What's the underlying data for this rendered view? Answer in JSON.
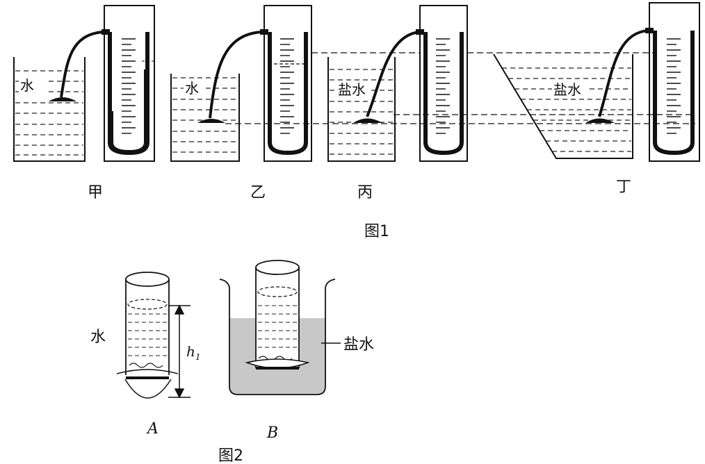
{
  "figure1": {
    "caption": "图1",
    "setups": [
      {
        "id": "jia",
        "label": "甲",
        "liquid": "水"
      },
      {
        "id": "yi",
        "label": "乙",
        "liquid": "水"
      },
      {
        "id": "bing",
        "label": "丙",
        "liquid": "盐水"
      },
      {
        "id": "ding",
        "label": "丁",
        "liquid": "盐水"
      }
    ]
  },
  "figure2": {
    "caption": "图2",
    "tube_a": {
      "label": "A",
      "liquid": "水",
      "height_symbol": "h",
      "height_subscript": "1"
    },
    "beaker_b": {
      "label": "B",
      "liquid": "盐水"
    }
  }
}
